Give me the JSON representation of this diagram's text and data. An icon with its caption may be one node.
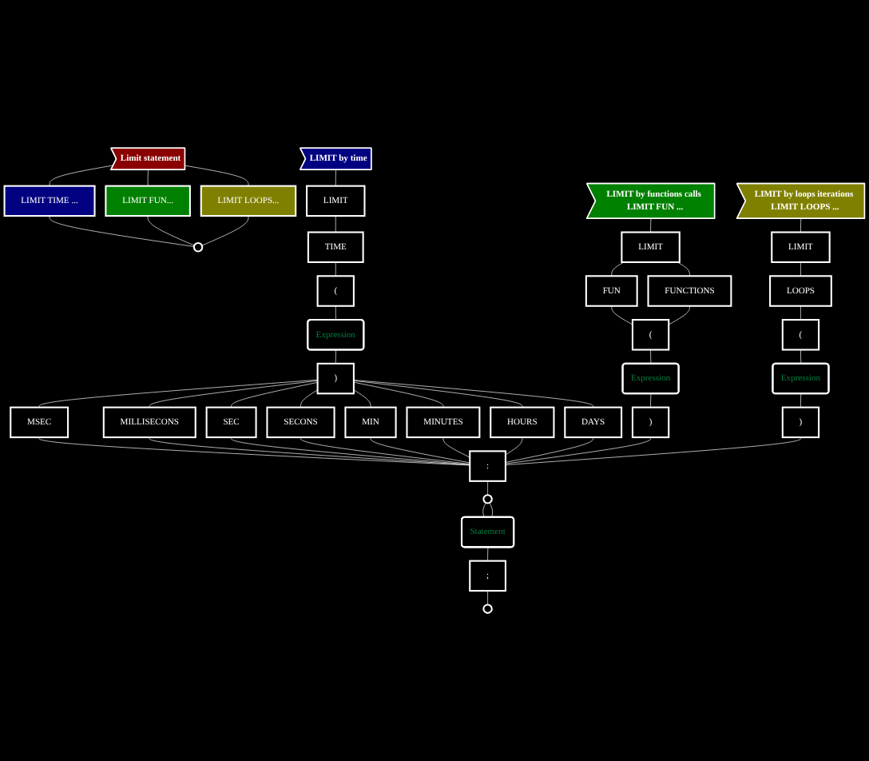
{
  "diagram": {
    "nodes": [
      {
        "text": [
          "Limit statement"
        ]
      },
      {
        "text": [
          "LIMIT TIME ..."
        ]
      },
      {
        "text": [
          "LIMIT FUN..."
        ]
      },
      {
        "text": [
          "LIMIT LOOPS..."
        ]
      },
      {
        "text": [],
        "shape": "circle"
      },
      {
        "text": [
          "LIMIT by time"
        ]
      },
      {
        "text": [
          "LIMIT"
        ]
      },
      {
        "text": [
          "TIME"
        ]
      },
      {
        "text": [
          "("
        ]
      },
      {
        "text": [
          "Expression"
        ]
      },
      {
        "text": [
          ")"
        ]
      },
      {
        "text": [
          "MSEC"
        ]
      },
      {
        "text": [
          "MILLISECONS"
        ]
      },
      {
        "text": [
          "SEC"
        ]
      },
      {
        "text": [
          "SECONS"
        ]
      },
      {
        "text": [
          "MIN"
        ]
      },
      {
        "text": [
          "MINUTES"
        ]
      },
      {
        "text": [
          "HOURS"
        ]
      },
      {
        "text": [
          "DAYS"
        ]
      },
      {
        "text": [
          "LIMIT by functions calls LIMIT FUN ..."
        ]
      },
      {
        "text": [
          "LIMIT"
        ]
      },
      {
        "text": [
          "FUN"
        ]
      },
      {
        "text": [
          "FUNCTIONS"
        ]
      },
      {
        "text": [
          "("
        ]
      },
      {
        "text": [
          "Expression"
        ]
      },
      {
        "text": [
          ")"
        ]
      },
      {
        "text": [
          "LIMIT by loops iterations LIMIT LOOPS ..."
        ]
      },
      {
        "text": [
          "LIMIT"
        ]
      },
      {
        "text": [
          "LOOPS"
        ]
      },
      {
        "text": [
          "("
        ]
      },
      {
        "text": [
          "Expression"
        ]
      },
      {
        "text": [
          ")"
        ]
      },
      {
        "text": [
          ":"
        ]
      },
      {
        "text": [],
        "shape": "circle"
      },
      {
        "text": [
          "Statement"
        ]
      },
      {
        "text": [
          ";"
        ]
      },
      {
        "text": [],
        "shape": "circle"
      }
    ],
    "edges": [
      {
        "from": 0,
        "to": 1,
        "arrow": "none"
      },
      {
        "from": 0,
        "to": 2,
        "arrow": "none"
      },
      {
        "from": 0,
        "to": 3,
        "arrow": "none"
      },
      {
        "from": 1,
        "to": 4,
        "arrow": "none"
      },
      {
        "from": 2,
        "to": 4,
        "arrow": "none"
      },
      {
        "from": 3,
        "to": 4,
        "arrow": "none"
      },
      {
        "from": 5,
        "to": 6,
        "arrow": "none"
      },
      {
        "from": 6,
        "to": 7,
        "arrow": "none"
      },
      {
        "from": 7,
        "to": 8,
        "arrow": "none"
      },
      {
        "from": 8,
        "to": 9,
        "arrow": "none"
      },
      {
        "from": 9,
        "to": 10,
        "arrow": "none"
      },
      {
        "from": 10,
        "to": 11,
        "arrow": "none"
      },
      {
        "from": 10,
        "to": 12,
        "arrow": "none"
      },
      {
        "from": 10,
        "to": 13,
        "arrow": "none"
      },
      {
        "from": 10,
        "to": 14,
        "arrow": "none"
      },
      {
        "from": 10,
        "to": 15,
        "arrow": "none"
      },
      {
        "from": 10,
        "to": 16,
        "arrow": "none"
      },
      {
        "from": 10,
        "to": 17,
        "arrow": "none"
      },
      {
        "from": 10,
        "to": 18,
        "arrow": "none"
      },
      {
        "from": 11,
        "to": 32,
        "arrow": "none"
      },
      {
        "from": 12,
        "to": 32,
        "arrow": "none"
      },
      {
        "from": 13,
        "to": 32,
        "arrow": "none"
      },
      {
        "from": 14,
        "to": 32,
        "arrow": "none"
      },
      {
        "from": 15,
        "to": 32,
        "arrow": "none"
      },
      {
        "from": 16,
        "to": 32,
        "arrow": "none"
      },
      {
        "from": 17,
        "to": 32,
        "arrow": "none"
      },
      {
        "from": 18,
        "to": 32,
        "arrow": "none"
      },
      {
        "from": 19,
        "to": 20,
        "arrow": "none"
      },
      {
        "from": 20,
        "to": 21,
        "arrow": "none"
      },
      {
        "from": 20,
        "to": 22,
        "arrow": "none"
      },
      {
        "from": 21,
        "to": 23,
        "arrow": "none"
      },
      {
        "from": 22,
        "to": 23,
        "arrow": "none"
      },
      {
        "from": 23,
        "to": 24,
        "arrow": "none"
      },
      {
        "from": 24,
        "to": 25,
        "arrow": "none"
      },
      {
        "from": 25,
        "to": 32,
        "arrow": "none"
      },
      {
        "from": 26,
        "to": 27,
        "arrow": "none"
      },
      {
        "from": 27,
        "to": 28,
        "arrow": "none"
      },
      {
        "from": 28,
        "to": 29,
        "arrow": "none"
      },
      {
        "from": 29,
        "to": 30,
        "arrow": "none"
      },
      {
        "from": 30,
        "to": 31,
        "arrow": "none"
      },
      {
        "from": 31,
        "to": 32,
        "arrow": "none"
      },
      {
        "from": 32,
        "to": 33,
        "arrow": "none"
      },
      {
        "from": 33,
        "to": 34,
        "arrow": "none"
      },
      {
        "from": 34,
        "to": 33,
        "arrow": "none"
      },
      {
        "from": 34,
        "to": 35,
        "arrow": "none"
      },
      {
        "from": 35,
        "to": 36,
        "arrow": "none"
      }
    ]
  }
}
